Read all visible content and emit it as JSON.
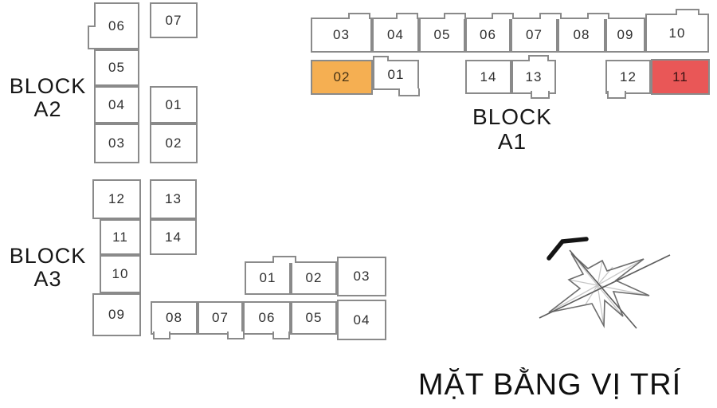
{
  "title": "MẶT BẰNG VỊ TRÍ",
  "colors": {
    "outline": "#8a8a8a",
    "highlight_orange": "#F5AF52",
    "highlight_red": "#E95757",
    "label_text": "#171717",
    "unit_text": "#2f2f2f"
  },
  "blocks": {
    "a1": {
      "label": "BLOCK",
      "code": "A1",
      "row1": [
        "03",
        "04",
        "05",
        "06",
        "07",
        "08",
        "09",
        "10"
      ],
      "row2": [
        "02",
        "01",
        "14",
        "13",
        "12",
        "11"
      ]
    },
    "a2": {
      "label": "BLOCK",
      "code": "A2",
      "units": [
        "06",
        "07",
        "05",
        "04",
        "03",
        "01",
        "02"
      ]
    },
    "a3": {
      "label": "BLOCK",
      "code": "A3",
      "column": [
        "12",
        "13",
        "11",
        "14",
        "10",
        "09"
      ],
      "wing_top": [
        "01",
        "02",
        "03"
      ],
      "wing_bottom": [
        "08",
        "07",
        "06",
        "05",
        "04"
      ]
    }
  },
  "highlights": {
    "orange": {
      "block": "A1",
      "unit": "02",
      "color": "#F5AF52"
    },
    "red": {
      "block": "A1",
      "unit": "11",
      "color": "#E95757"
    }
  },
  "compass": {
    "icon": "compass-rose-north-arrow"
  }
}
